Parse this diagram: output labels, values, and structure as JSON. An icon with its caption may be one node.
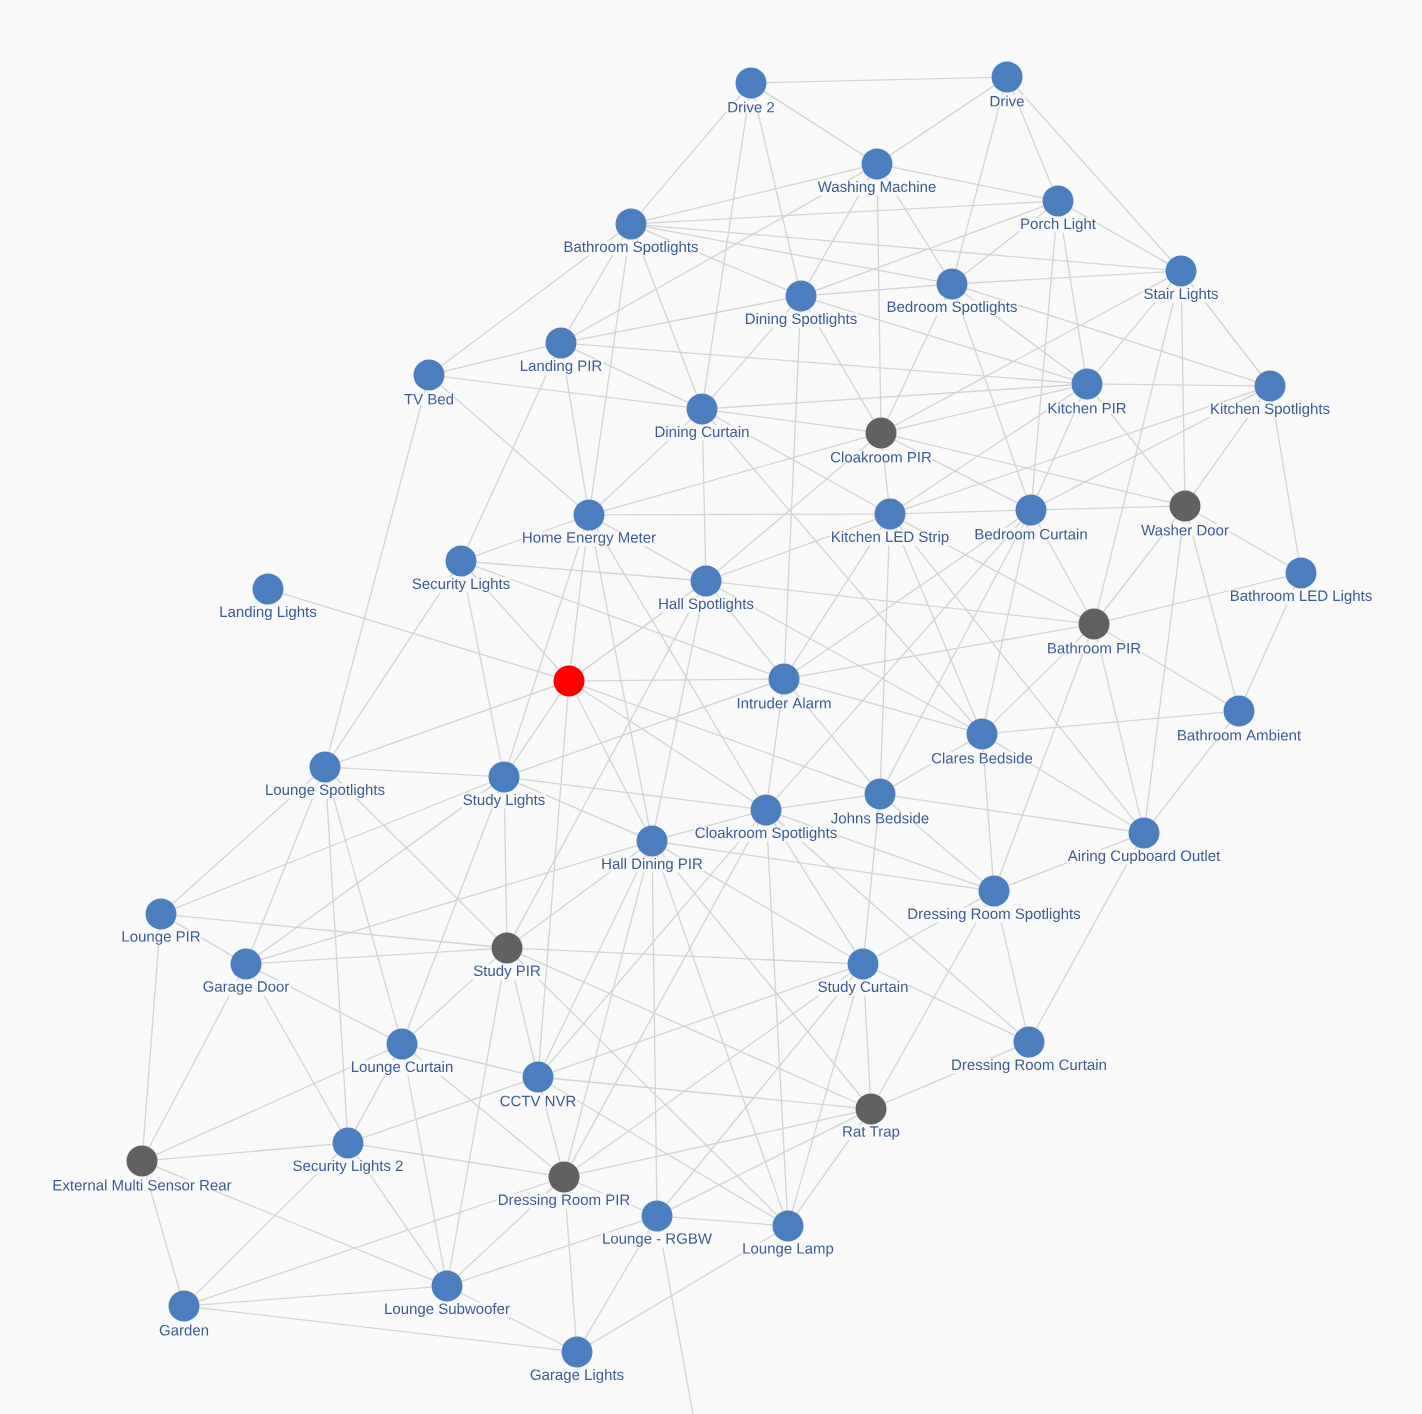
{
  "diagram": {
    "nodes": [
      {
        "text": [
          "Drive 2"
        ]
      },
      {
        "text": [
          "Drive"
        ]
      },
      {
        "text": [
          "Washing Machine"
        ]
      },
      {
        "text": [
          "Porch Light"
        ]
      },
      {
        "text": [
          "Bathroom Spotlights"
        ]
      },
      {
        "text": [
          "Stair Lights"
        ]
      },
      {
        "text": [
          "Bedroom Spotlights"
        ]
      },
      {
        "text": [
          "Dining Spotlights"
        ]
      },
      {
        "text": [
          "Landing PIR"
        ]
      },
      {
        "text": [
          "TV Bed"
        ]
      },
      {
        "text": [
          "Kitchen PIR"
        ]
      },
      {
        "text": [
          "Kitchen Spotlights"
        ]
      },
      {
        "text": [
          "Dining Curtain"
        ]
      },
      {
        "text": [
          "Cloakroom PIR"
        ]
      },
      {
        "text": [
          "Washer Door"
        ]
      },
      {
        "text": [
          "Bedroom Curtain"
        ]
      },
      {
        "text": [
          "Kitchen LED Strip"
        ]
      },
      {
        "text": [
          "Home Energy Meter"
        ]
      },
      {
        "text": [
          "Security Lights"
        ]
      },
      {
        "text": [
          "Bathroom LED Lights"
        ]
      },
      {
        "text": [
          "Hall Spotlights"
        ]
      },
      {
        "text": [
          "Landing Lights"
        ]
      },
      {
        "text": [
          "Bathroom PIR"
        ]
      },
      {
        "text": [],
        "shape": "circle"
      },
      {
        "text": [
          "Intruder Alarm"
        ]
      },
      {
        "text": [
          "Bathroom Ambient"
        ]
      },
      {
        "text": [
          "Clares Bedside"
        ]
      },
      {
        "text": [
          "Lounge Spotlights"
        ]
      },
      {
        "text": [
          "Study Lights"
        ]
      },
      {
        "text": [
          "Johns Bedside"
        ]
      },
      {
        "text": [
          "Cloakroom Spotlights"
        ]
      },
      {
        "text": [
          "Airing Cupboard Outlet"
        ]
      },
      {
        "text": [
          "Hall Dining PIR"
        ]
      },
      {
        "text": [
          "Dressing Room Spotlights"
        ]
      },
      {
        "text": [
          "Lounge PIR"
        ]
      },
      {
        "text": [
          "Study PIR"
        ]
      },
      {
        "text": [
          "Garage Door"
        ]
      },
      {
        "text": [
          "Study Curtain"
        ]
      },
      {
        "text": [
          "Dressing Room Curtain"
        ]
      },
      {
        "text": [
          "Lounge Curtain"
        ]
      },
      {
        "text": [
          "CCTV NVR"
        ]
      },
      {
        "text": [
          "Rat Trap"
        ]
      },
      {
        "text": [
          "Security Lights 2"
        ]
      },
      {
        "text": [
          "External Multi Sensor Rear"
        ]
      },
      {
        "text": [
          "Dressing Room PIR"
        ]
      },
      {
        "text": [
          "Lounge - RGBW"
        ]
      },
      {
        "text": [
          "Lounge Lamp"
        ]
      },
      {
        "text": [
          "Lounge Subwoofer"
        ]
      },
      {
        "text": [
          "Garden"
        ]
      },
      {
        "text": [
          "Garage Lights"
        ]
      }
    ],
    "edges": [
      {
        "from": 0,
        "to": 1,
        "arrow": "none"
      },
      {
        "from": 0,
        "to": 2,
        "arrow": "none"
      },
      {
        "from": 0,
        "to": 4,
        "arrow": "none"
      },
      {
        "from": 0,
        "to": 7,
        "arrow": "none"
      },
      {
        "from": 0,
        "to": 12,
        "arrow": "none"
      },
      {
        "from": 1,
        "to": 2,
        "arrow": "none"
      },
      {
        "from": 1,
        "to": 3,
        "arrow": "none"
      },
      {
        "from": 1,
        "to": 5,
        "arrow": "none"
      },
      {
        "from": 1,
        "to": 6,
        "arrow": "none"
      },
      {
        "from": 2,
        "to": 3,
        "arrow": "none"
      },
      {
        "from": 2,
        "to": 4,
        "arrow": "none"
      },
      {
        "from": 2,
        "to": 6,
        "arrow": "none"
      },
      {
        "from": 2,
        "to": 7,
        "arrow": "none"
      },
      {
        "from": 2,
        "to": 8,
        "arrow": "none"
      },
      {
        "from": 2,
        "to": 13,
        "arrow": "none"
      },
      {
        "from": 3,
        "to": 4,
        "arrow": "none"
      },
      {
        "from": 3,
        "to": 5,
        "arrow": "none"
      },
      {
        "from": 3,
        "to": 6,
        "arrow": "none"
      },
      {
        "from": 3,
        "to": 7,
        "arrow": "none"
      },
      {
        "from": 3,
        "to": 10,
        "arrow": "none"
      },
      {
        "from": 3,
        "to": 15,
        "arrow": "none"
      },
      {
        "from": 4,
        "to": 5,
        "arrow": "none"
      },
      {
        "from": 4,
        "to": 6,
        "arrow": "none"
      },
      {
        "from": 4,
        "to": 7,
        "arrow": "none"
      },
      {
        "from": 4,
        "to": 8,
        "arrow": "none"
      },
      {
        "from": 4,
        "to": 9,
        "arrow": "none"
      },
      {
        "from": 4,
        "to": 12,
        "arrow": "none"
      },
      {
        "from": 4,
        "to": 17,
        "arrow": "none"
      },
      {
        "from": 5,
        "to": 6,
        "arrow": "none"
      },
      {
        "from": 5,
        "to": 10,
        "arrow": "none"
      },
      {
        "from": 5,
        "to": 11,
        "arrow": "none"
      },
      {
        "from": 5,
        "to": 13,
        "arrow": "none"
      },
      {
        "from": 5,
        "to": 14,
        "arrow": "none"
      },
      {
        "from": 5,
        "to": 22,
        "arrow": "none"
      },
      {
        "from": 6,
        "to": 7,
        "arrow": "none"
      },
      {
        "from": 6,
        "to": 10,
        "arrow": "none"
      },
      {
        "from": 6,
        "to": 11,
        "arrow": "none"
      },
      {
        "from": 6,
        "to": 13,
        "arrow": "none"
      },
      {
        "from": 6,
        "to": 15,
        "arrow": "none"
      },
      {
        "from": 7,
        "to": 8,
        "arrow": "none"
      },
      {
        "from": 7,
        "to": 10,
        "arrow": "none"
      },
      {
        "from": 7,
        "to": 12,
        "arrow": "none"
      },
      {
        "from": 7,
        "to": 13,
        "arrow": "none"
      },
      {
        "from": 7,
        "to": 24,
        "arrow": "none"
      },
      {
        "from": 8,
        "to": 9,
        "arrow": "none"
      },
      {
        "from": 8,
        "to": 10,
        "arrow": "none"
      },
      {
        "from": 8,
        "to": 12,
        "arrow": "none"
      },
      {
        "from": 8,
        "to": 17,
        "arrow": "none"
      },
      {
        "from": 8,
        "to": 18,
        "arrow": "none"
      },
      {
        "from": 9,
        "to": 12,
        "arrow": "none"
      },
      {
        "from": 9,
        "to": 17,
        "arrow": "none"
      },
      {
        "from": 9,
        "to": 27,
        "arrow": "none"
      },
      {
        "from": 10,
        "to": 11,
        "arrow": "none"
      },
      {
        "from": 10,
        "to": 12,
        "arrow": "none"
      },
      {
        "from": 10,
        "to": 13,
        "arrow": "none"
      },
      {
        "from": 10,
        "to": 14,
        "arrow": "none"
      },
      {
        "from": 10,
        "to": 15,
        "arrow": "none"
      },
      {
        "from": 10,
        "to": 16,
        "arrow": "none"
      },
      {
        "from": 11,
        "to": 14,
        "arrow": "none"
      },
      {
        "from": 11,
        "to": 15,
        "arrow": "none"
      },
      {
        "from": 11,
        "to": 16,
        "arrow": "none"
      },
      {
        "from": 11,
        "to": 19,
        "arrow": "none"
      },
      {
        "from": 12,
        "to": 13,
        "arrow": "none"
      },
      {
        "from": 12,
        "to": 16,
        "arrow": "none"
      },
      {
        "from": 12,
        "to": 17,
        "arrow": "none"
      },
      {
        "from": 12,
        "to": 20,
        "arrow": "none"
      },
      {
        "from": 12,
        "to": 26,
        "arrow": "none"
      },
      {
        "from": 13,
        "to": 14,
        "arrow": "none"
      },
      {
        "from": 13,
        "to": 15,
        "arrow": "none"
      },
      {
        "from": 13,
        "to": 16,
        "arrow": "none"
      },
      {
        "from": 13,
        "to": 17,
        "arrow": "none"
      },
      {
        "from": 13,
        "to": 20,
        "arrow": "none"
      },
      {
        "from": 14,
        "to": 15,
        "arrow": "none"
      },
      {
        "from": 14,
        "to": 19,
        "arrow": "none"
      },
      {
        "from": 14,
        "to": 22,
        "arrow": "none"
      },
      {
        "from": 14,
        "to": 25,
        "arrow": "none"
      },
      {
        "from": 14,
        "to": 31,
        "arrow": "none"
      },
      {
        "from": 15,
        "to": 16,
        "arrow": "none"
      },
      {
        "from": 15,
        "to": 22,
        "arrow": "none"
      },
      {
        "from": 15,
        "to": 24,
        "arrow": "none"
      },
      {
        "from": 15,
        "to": 26,
        "arrow": "none"
      },
      {
        "from": 15,
        "to": 29,
        "arrow": "none"
      },
      {
        "from": 15,
        "to": 30,
        "arrow": "none"
      },
      {
        "from": 16,
        "to": 17,
        "arrow": "none"
      },
      {
        "from": 16,
        "to": 20,
        "arrow": "none"
      },
      {
        "from": 16,
        "to": 22,
        "arrow": "none"
      },
      {
        "from": 16,
        "to": 24,
        "arrow": "none"
      },
      {
        "from": 16,
        "to": 26,
        "arrow": "none"
      },
      {
        "from": 16,
        "to": 29,
        "arrow": "none"
      },
      {
        "from": 16,
        "to": 31,
        "arrow": "none"
      },
      {
        "from": 17,
        "to": 18,
        "arrow": "none"
      },
      {
        "from": 17,
        "to": 20,
        "arrow": "none"
      },
      {
        "from": 17,
        "to": 23,
        "arrow": "none"
      },
      {
        "from": 17,
        "to": 28,
        "arrow": "none"
      },
      {
        "from": 17,
        "to": 30,
        "arrow": "none"
      },
      {
        "from": 17,
        "to": 32,
        "arrow": "none"
      },
      {
        "from": 18,
        "to": 20,
        "arrow": "none"
      },
      {
        "from": 18,
        "to": 23,
        "arrow": "none"
      },
      {
        "from": 18,
        "to": 24,
        "arrow": "none"
      },
      {
        "from": 18,
        "to": 27,
        "arrow": "none"
      },
      {
        "from": 18,
        "to": 28,
        "arrow": "none"
      },
      {
        "from": 19,
        "to": 22,
        "arrow": "none"
      },
      {
        "from": 19,
        "to": 25,
        "arrow": "none"
      },
      {
        "from": 20,
        "to": 22,
        "arrow": "none"
      },
      {
        "from": 20,
        "to": 23,
        "arrow": "none"
      },
      {
        "from": 20,
        "to": 24,
        "arrow": "none"
      },
      {
        "from": 20,
        "to": 26,
        "arrow": "none"
      },
      {
        "from": 20,
        "to": 32,
        "arrow": "none"
      },
      {
        "from": 20,
        "to": 35,
        "arrow": "none"
      },
      {
        "from": 21,
        "to": 23,
        "arrow": "none"
      },
      {
        "from": 22,
        "to": 24,
        "arrow": "none"
      },
      {
        "from": 22,
        "to": 25,
        "arrow": "none"
      },
      {
        "from": 22,
        "to": 26,
        "arrow": "none"
      },
      {
        "from": 22,
        "to": 31,
        "arrow": "none"
      },
      {
        "from": 22,
        "to": 33,
        "arrow": "none"
      },
      {
        "from": 23,
        "to": 24,
        "arrow": "none"
      },
      {
        "from": 23,
        "to": 27,
        "arrow": "none"
      },
      {
        "from": 23,
        "to": 28,
        "arrow": "none"
      },
      {
        "from": 23,
        "to": 29,
        "arrow": "none"
      },
      {
        "from": 23,
        "to": 30,
        "arrow": "none"
      },
      {
        "from": 23,
        "to": 32,
        "arrow": "none"
      },
      {
        "from": 23,
        "to": 40,
        "arrow": "none"
      },
      {
        "from": 24,
        "to": 26,
        "arrow": "none"
      },
      {
        "from": 24,
        "to": 28,
        "arrow": "none"
      },
      {
        "from": 24,
        "to": 29,
        "arrow": "none"
      },
      {
        "from": 24,
        "to": 30,
        "arrow": "none"
      },
      {
        "from": 25,
        "to": 26,
        "arrow": "none"
      },
      {
        "from": 25,
        "to": 31,
        "arrow": "none"
      },
      {
        "from": 26,
        "to": 29,
        "arrow": "none"
      },
      {
        "from": 26,
        "to": 31,
        "arrow": "none"
      },
      {
        "from": 26,
        "to": 33,
        "arrow": "none"
      },
      {
        "from": 27,
        "to": 28,
        "arrow": "none"
      },
      {
        "from": 27,
        "to": 34,
        "arrow": "none"
      },
      {
        "from": 27,
        "to": 35,
        "arrow": "none"
      },
      {
        "from": 27,
        "to": 36,
        "arrow": "none"
      },
      {
        "from": 27,
        "to": 39,
        "arrow": "none"
      },
      {
        "from": 27,
        "to": 42,
        "arrow": "none"
      },
      {
        "from": 28,
        "to": 30,
        "arrow": "none"
      },
      {
        "from": 28,
        "to": 32,
        "arrow": "none"
      },
      {
        "from": 28,
        "to": 34,
        "arrow": "none"
      },
      {
        "from": 28,
        "to": 35,
        "arrow": "none"
      },
      {
        "from": 28,
        "to": 36,
        "arrow": "none"
      },
      {
        "from": 28,
        "to": 39,
        "arrow": "none"
      },
      {
        "from": 29,
        "to": 30,
        "arrow": "none"
      },
      {
        "from": 29,
        "to": 31,
        "arrow": "none"
      },
      {
        "from": 29,
        "to": 33,
        "arrow": "none"
      },
      {
        "from": 29,
        "to": 37,
        "arrow": "none"
      },
      {
        "from": 30,
        "to": 32,
        "arrow": "none"
      },
      {
        "from": 30,
        "to": 33,
        "arrow": "none"
      },
      {
        "from": 30,
        "to": 37,
        "arrow": "none"
      },
      {
        "from": 30,
        "to": 38,
        "arrow": "none"
      },
      {
        "from": 30,
        "to": 40,
        "arrow": "none"
      },
      {
        "from": 30,
        "to": 44,
        "arrow": "none"
      },
      {
        "from": 30,
        "to": 46,
        "arrow": "none"
      },
      {
        "from": 31,
        "to": 33,
        "arrow": "none"
      },
      {
        "from": 31,
        "to": 38,
        "arrow": "none"
      },
      {
        "from": 32,
        "to": 33,
        "arrow": "none"
      },
      {
        "from": 32,
        "to": 35,
        "arrow": "none"
      },
      {
        "from": 32,
        "to": 36,
        "arrow": "none"
      },
      {
        "from": 32,
        "to": 37,
        "arrow": "none"
      },
      {
        "from": 32,
        "to": 40,
        "arrow": "none"
      },
      {
        "from": 32,
        "to": 41,
        "arrow": "none"
      },
      {
        "from": 32,
        "to": 44,
        "arrow": "none"
      },
      {
        "from": 32,
        "to": 45,
        "arrow": "none"
      },
      {
        "from": 32,
        "to": 46,
        "arrow": "none"
      },
      {
        "from": 33,
        "to": 37,
        "arrow": "none"
      },
      {
        "from": 33,
        "to": 38,
        "arrow": "none"
      },
      {
        "from": 33,
        "to": 41,
        "arrow": "none"
      },
      {
        "from": 34,
        "to": 35,
        "arrow": "none"
      },
      {
        "from": 34,
        "to": 36,
        "arrow": "none"
      },
      {
        "from": 34,
        "to": 43,
        "arrow": "none"
      },
      {
        "from": 35,
        "to": 36,
        "arrow": "none"
      },
      {
        "from": 35,
        "to": 37,
        "arrow": "none"
      },
      {
        "from": 35,
        "to": 39,
        "arrow": "none"
      },
      {
        "from": 35,
        "to": 40,
        "arrow": "none"
      },
      {
        "from": 35,
        "to": 41,
        "arrow": "none"
      },
      {
        "from": 35,
        "to": 46,
        "arrow": "none"
      },
      {
        "from": 35,
        "to": 47,
        "arrow": "none"
      },
      {
        "from": 36,
        "to": 39,
        "arrow": "none"
      },
      {
        "from": 36,
        "to": 42,
        "arrow": "none"
      },
      {
        "from": 36,
        "to": 43,
        "arrow": "none"
      },
      {
        "from": 37,
        "to": 38,
        "arrow": "none"
      },
      {
        "from": 37,
        "to": 40,
        "arrow": "none"
      },
      {
        "from": 37,
        "to": 41,
        "arrow": "none"
      },
      {
        "from": 37,
        "to": 44,
        "arrow": "none"
      },
      {
        "from": 37,
        "to": 45,
        "arrow": "none"
      },
      {
        "from": 37,
        "to": 46,
        "arrow": "none"
      },
      {
        "from": 38,
        "to": 41,
        "arrow": "none"
      },
      {
        "from": 39,
        "to": 40,
        "arrow": "none"
      },
      {
        "from": 39,
        "to": 42,
        "arrow": "none"
      },
      {
        "from": 39,
        "to": 43,
        "arrow": "none"
      },
      {
        "from": 39,
        "to": 44,
        "arrow": "none"
      },
      {
        "from": 39,
        "to": 47,
        "arrow": "none"
      },
      {
        "from": 40,
        "to": 41,
        "arrow": "none"
      },
      {
        "from": 40,
        "to": 42,
        "arrow": "none"
      },
      {
        "from": 40,
        "to": 44,
        "arrow": "none"
      },
      {
        "from": 40,
        "to": 46,
        "arrow": "none"
      },
      {
        "from": 41,
        "to": 44,
        "arrow": "none"
      },
      {
        "from": 41,
        "to": 45,
        "arrow": "none"
      },
      {
        "from": 41,
        "to": 46,
        "arrow": "none"
      },
      {
        "from": 42,
        "to": 43,
        "arrow": "none"
      },
      {
        "from": 42,
        "to": 44,
        "arrow": "none"
      },
      {
        "from": 42,
        "to": 47,
        "arrow": "none"
      },
      {
        "from": 42,
        "to": 48,
        "arrow": "none"
      },
      {
        "from": 43,
        "to": 47,
        "arrow": "none"
      },
      {
        "from": 43,
        "to": 48,
        "arrow": "none"
      },
      {
        "from": 44,
        "to": 45,
        "arrow": "none"
      },
      {
        "from": 44,
        "to": 47,
        "arrow": "none"
      },
      {
        "from": 44,
        "to": 48,
        "arrow": "none"
      },
      {
        "from": 44,
        "to": 49,
        "arrow": "none"
      },
      {
        "from": 45,
        "to": 46,
        "arrow": "none"
      },
      {
        "from": 45,
        "to": 47,
        "arrow": "none"
      },
      {
        "from": 45,
        "to": 49,
        "arrow": "none"
      },
      {
        "from": 45,
        "to": null,
        "arrow": "none"
      },
      {
        "from": 46,
        "to": 49,
        "arrow": "none"
      },
      {
        "from": 47,
        "to": 48,
        "arrow": "none"
      },
      {
        "from": 47,
        "to": 49,
        "arrow": "none"
      },
      {
        "from": 48,
        "to": 49,
        "arrow": "none"
      }
    ]
  }
}
